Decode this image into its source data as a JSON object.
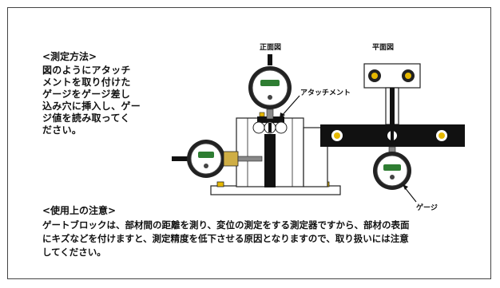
{
  "figure_labels": {
    "front_view": "正面図",
    "plan_view": "平面図",
    "attachment": "アタッチメント",
    "gauge": "ゲージ"
  },
  "method": {
    "title": "<測定方法>",
    "body": "図のようにアタッチ\nメントを取り付けた\nゲージをゲージ差し\n込み穴に挿入し、ゲー\nジ値を読み取ってく\nださい。"
  },
  "usage": {
    "title": "<使用上の注意>",
    "body": "ゲートブロックは、部材間の距離を測り、変位の測定をする測定器ですから、部材の表面\nにキズなどを付けますと、測定精度を低下させる原因となりますので、取り扱いには注意\nしてください。"
  }
}
